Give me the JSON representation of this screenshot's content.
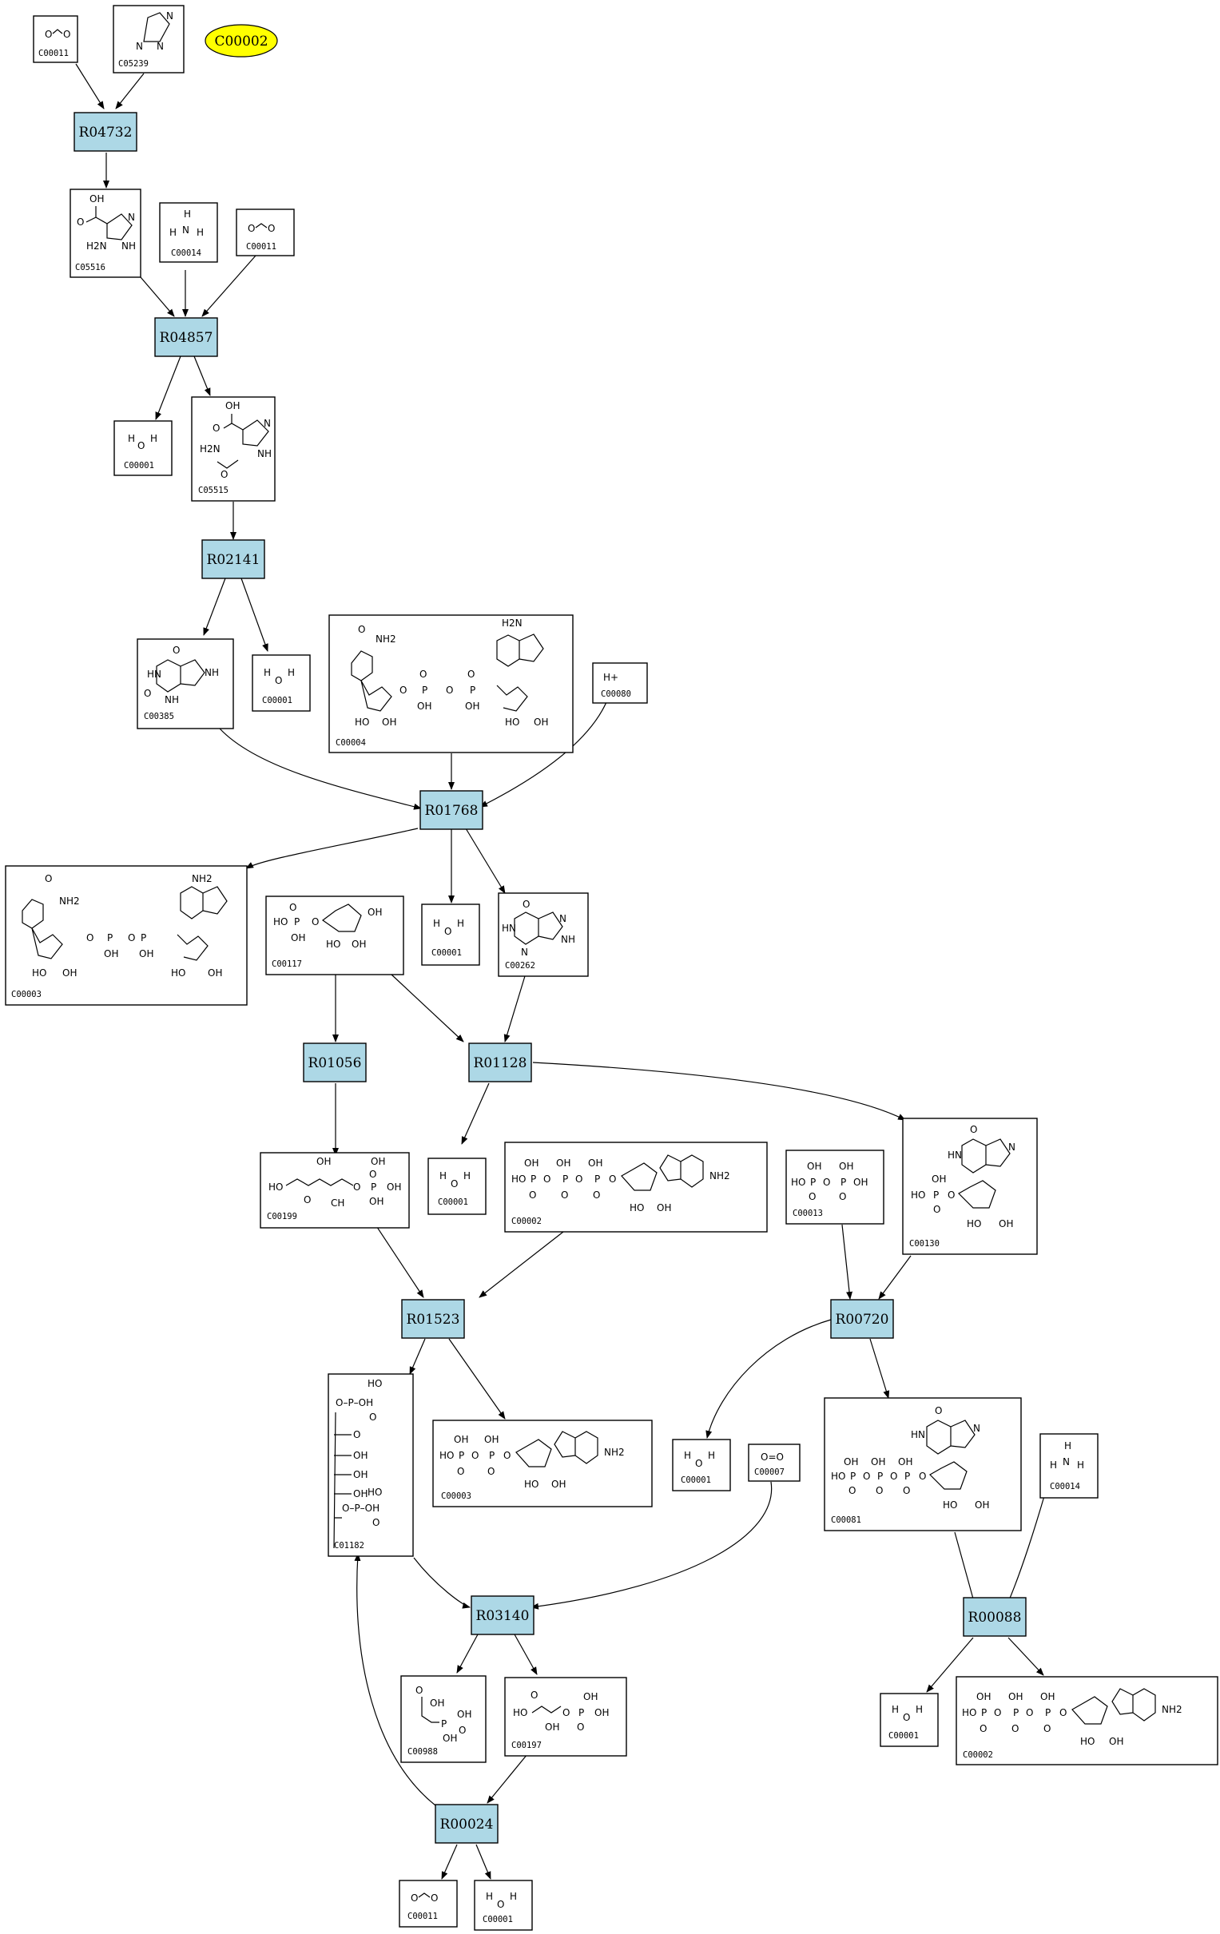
{
  "highlight": {
    "label": "C00002",
    "color": "#ffff00"
  },
  "reactions": {
    "r1": "R04732",
    "r2": "R04857",
    "r3": "R02141",
    "r4": "R01768",
    "r5": "R01056",
    "r6": "R01128",
    "r7": "R01523",
    "r8": "R00720",
    "r9": "R03140",
    "r10": "R00088",
    "r11": "R00024"
  },
  "reaction_color": "#add8e6",
  "compounds": {
    "c1": "C00011",
    "c2": "C05239",
    "c3": "C05516",
    "c4": "C00014",
    "c5": "C00011",
    "c6": "C00001",
    "c7": "C05515",
    "c8": "C00385",
    "c9": "C00001",
    "c10": "C00004",
    "c11": "C00080",
    "c12": "C00003",
    "c13": "C00117",
    "c14": "C00001",
    "c15": "C00262",
    "c16": "C00199",
    "c17": "C00001",
    "c18": "C00002",
    "c19": "C00013",
    "c20": "C00130",
    "c21": "C01182",
    "c22": "C00003",
    "c23": "C00001",
    "c24": "C00007",
    "c25": "C00081",
    "c26": "C00014",
    "c27": "C00988",
    "c28": "C00197",
    "c29": "C00001",
    "c30": "C00002",
    "c31": "C00011",
    "c32": "C00001"
  },
  "molecule_labels": {
    "oh": "OH",
    "ho": "HO",
    "o": "O",
    "n": "N",
    "h": "H",
    "nh": "NH",
    "hn": "HN",
    "nh2": "NH2",
    "h2n": "H2N",
    "p": "P",
    "hplus": "H+",
    "oeqo": "O=O",
    "ch": "CH",
    "o_p_oh": "O–P–OH"
  }
}
